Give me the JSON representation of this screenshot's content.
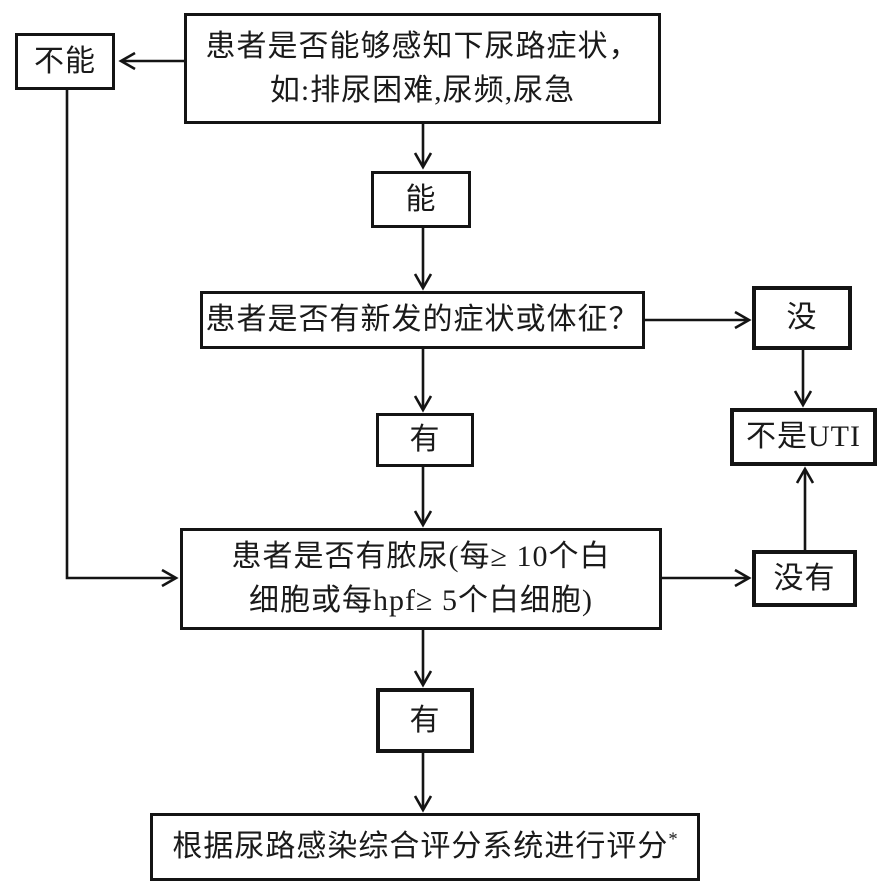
{
  "diagram": {
    "type": "flowchart",
    "language": "zh-CN",
    "nodes": {
      "q1": {
        "lines": [
          "患者是否能够感知下尿路症状，",
          "如:排尿困难,尿频,尿急"
        ]
      },
      "cannot": {
        "label": "不能"
      },
      "can": {
        "label": "能"
      },
      "q2": {
        "label": "患者是否有新发的症状或体征？"
      },
      "no_new": {
        "label": "没"
      },
      "not_uti": {
        "label": "不是UTI"
      },
      "has_new": {
        "label": "有"
      },
      "q3": {
        "lines": [
          "患者是否有脓尿(每≥ 10个白",
          "细胞或每hpf≥ 5个白细胞)"
        ]
      },
      "no_pyuria": {
        "label": "没有"
      },
      "has_pyuria": {
        "label": "有"
      },
      "result": {
        "label": "根据尿路感染综合评分系统进行评分",
        "superscript": "*"
      }
    },
    "edges": [
      {
        "from": "q1",
        "to": "cannot"
      },
      {
        "from": "q1",
        "to": "can"
      },
      {
        "from": "can",
        "to": "q2"
      },
      {
        "from": "q2",
        "to": "no_new"
      },
      {
        "from": "no_new",
        "to": "not_uti"
      },
      {
        "from": "q2",
        "to": "has_new"
      },
      {
        "from": "has_new",
        "to": "q3"
      },
      {
        "from": "cannot",
        "to": "q3"
      },
      {
        "from": "q3",
        "to": "no_pyuria"
      },
      {
        "from": "no_pyuria",
        "to": "not_uti"
      },
      {
        "from": "q3",
        "to": "has_pyuria"
      },
      {
        "from": "has_pyuria",
        "to": "result"
      }
    ],
    "colors": {
      "line": "#141414",
      "background": "#ffffff",
      "text": "#1a1a1a"
    }
  }
}
